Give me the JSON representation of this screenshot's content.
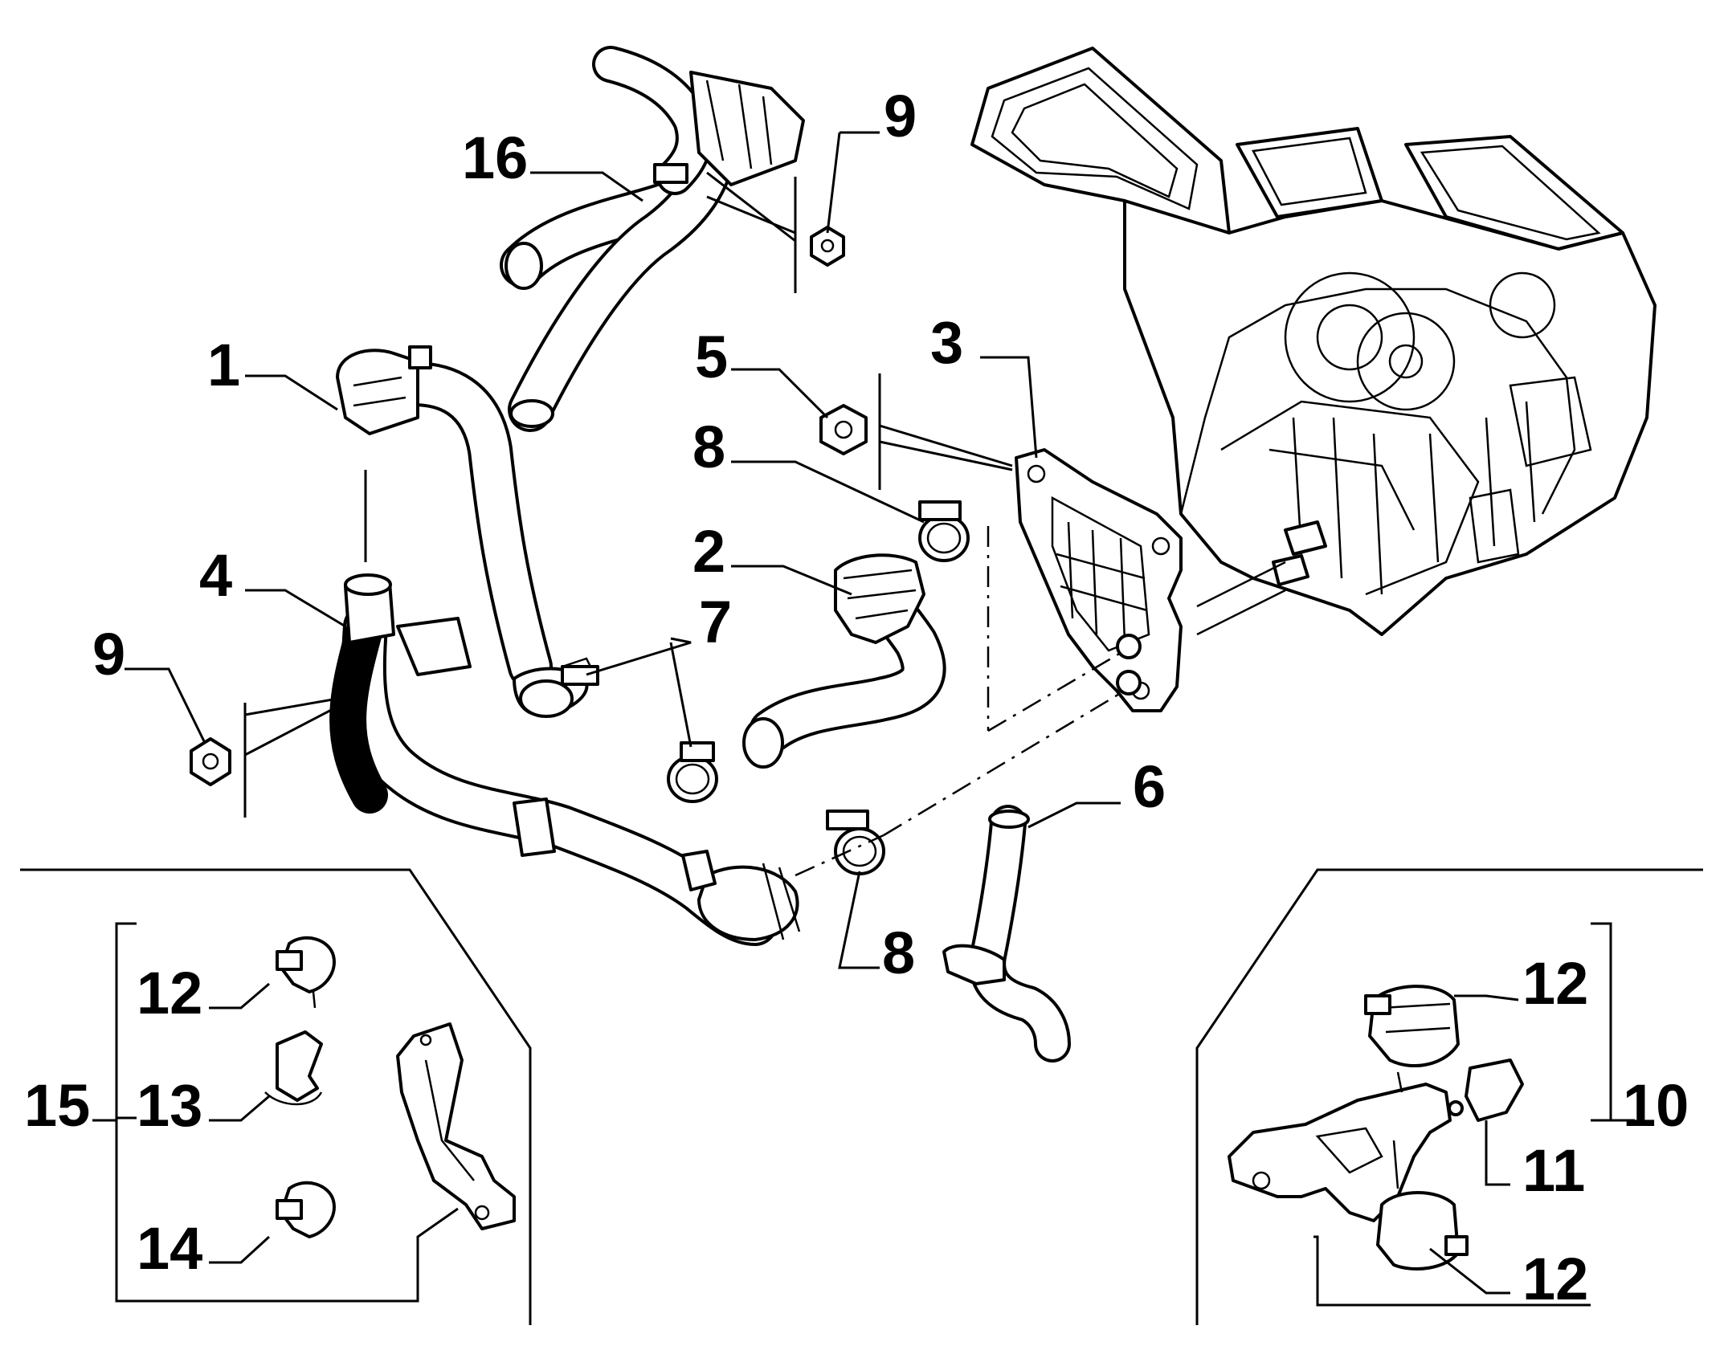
{
  "callouts": {
    "c1": "1",
    "c2": "2",
    "c3": "3",
    "c4": "4",
    "c5": "5",
    "c6": "6",
    "c7": "7",
    "c8a": "8",
    "c8b": "8",
    "c9a": "9",
    "c9b": "9",
    "c10": "10",
    "c11": "11",
    "c12a": "12",
    "c12b": "12",
    "c12c": "12",
    "c13": "13",
    "c14": "14",
    "c15": "15",
    "c16": "16"
  }
}
